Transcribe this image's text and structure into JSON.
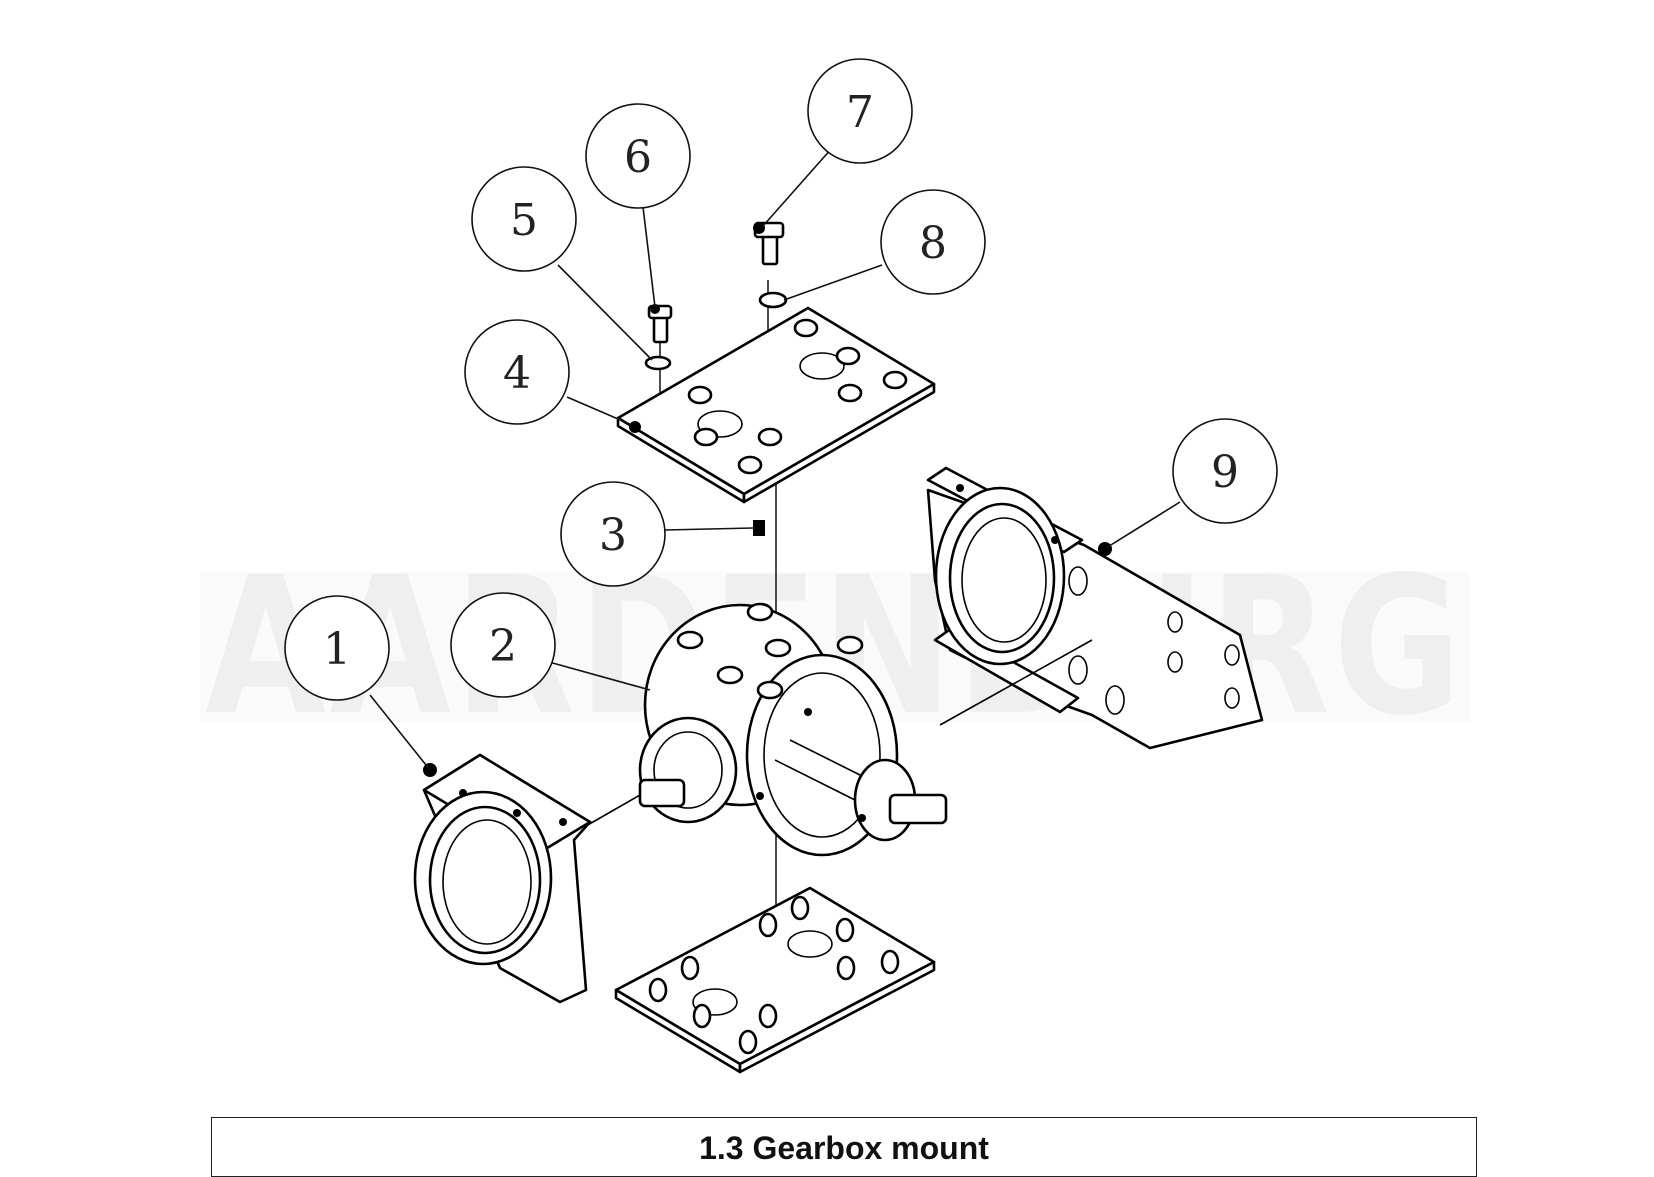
{
  "watermark": "AARDENBURG",
  "callouts": [
    {
      "number": "1"
    },
    {
      "number": "2"
    },
    {
      "number": "3"
    },
    {
      "number": "4"
    },
    {
      "number": "5"
    },
    {
      "number": "6"
    },
    {
      "number": "7"
    },
    {
      "number": "8"
    },
    {
      "number": "9"
    }
  ],
  "caption": "1.3 Gearbox mount",
  "colors": {
    "line": "#000000",
    "watermark": "#efefef",
    "background": "#ffffff"
  }
}
